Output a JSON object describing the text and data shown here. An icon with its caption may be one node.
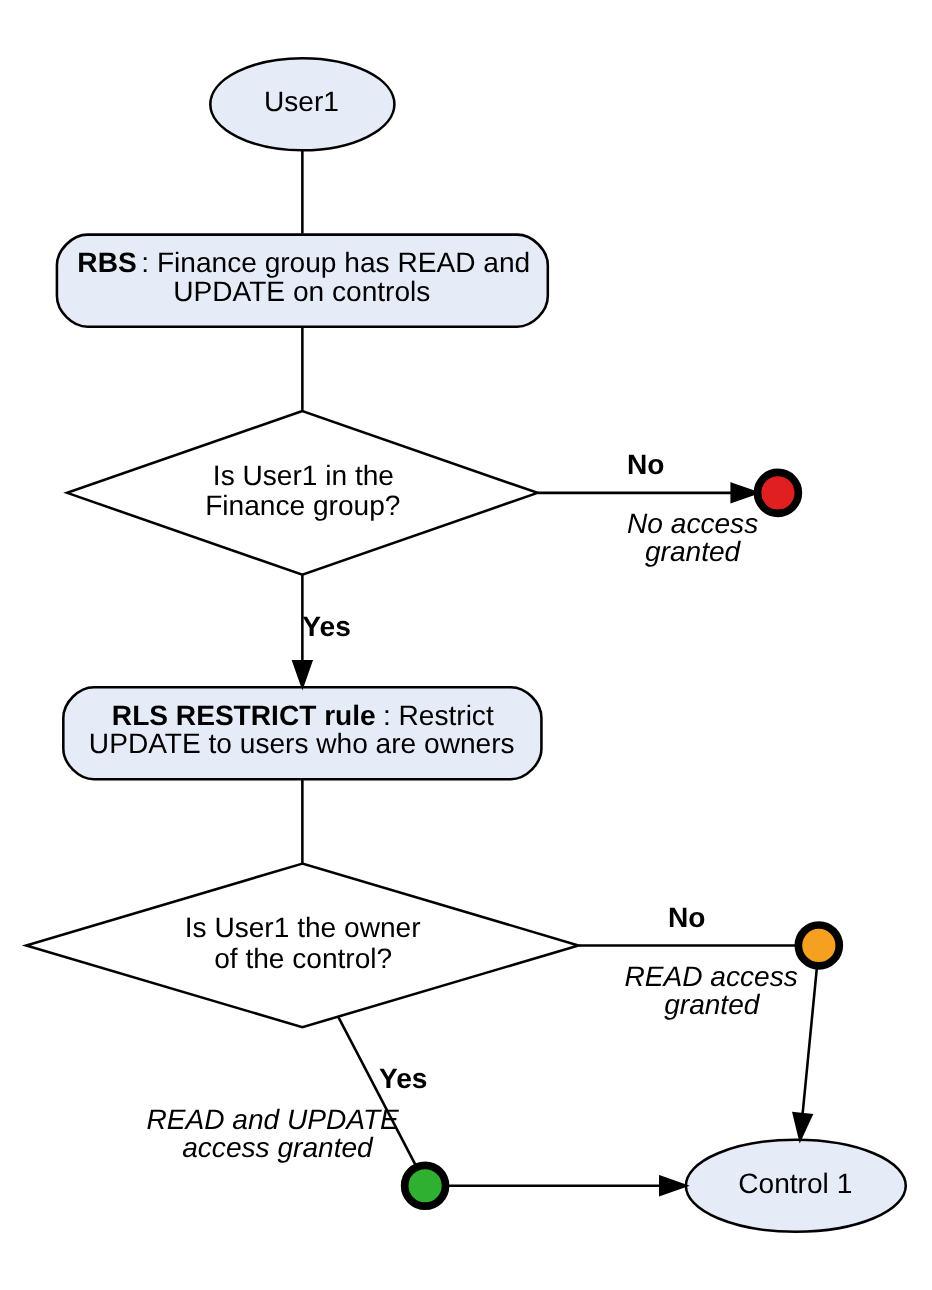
{
  "diagram": {
    "nodes": [
      {
        "text": [
          "User1"
        ]
      },
      {
        "text": [
          "**RBS**: Finance group has READ and UPDATE on controls"
        ]
      },
      {
        "text": [
          "Is User1 in the Finance group?"
        ]
      },
      {
        "text": [],
        "shape": "circle",
        "beside": [
          "No access granted"
        ]
      },
      {
        "text": [
          "**RLS RESTRICT rule**: Restrict UPDATE to users who are owners"
        ]
      },
      {
        "text": [
          "Is User1 the owner of the control?"
        ]
      },
      {
        "text": [],
        "shape": "circle",
        "beside": [
          "READ access granted"
        ]
      },
      {
        "text": [],
        "shape": "circle",
        "beside": [
          "READ and UPDATE access granted"
        ]
      },
      {
        "text": [
          "Control 1"
        ]
      }
    ],
    "edges": [
      {
        "from": 0,
        "to": 1,
        "arrow": "none"
      },
      {
        "from": 1,
        "to": 2,
        "arrow": "none"
      },
      {
        "from": 2,
        "to": 3,
        "arrow": "to",
        "label": "No"
      },
      {
        "from": 2,
        "to": 4,
        "arrow": "to",
        "label": "Yes"
      },
      {
        "from": 4,
        "to": 5,
        "arrow": "none"
      },
      {
        "from": 5,
        "to": 6,
        "arrow": "none",
        "label": "No"
      },
      {
        "from": 6,
        "to": 8,
        "arrow": "to"
      },
      {
        "from": 5,
        "to": 7,
        "arrow": "none",
        "label": "Yes"
      },
      {
        "from": 7,
        "to": 8,
        "arrow": "to"
      }
    ]
  }
}
